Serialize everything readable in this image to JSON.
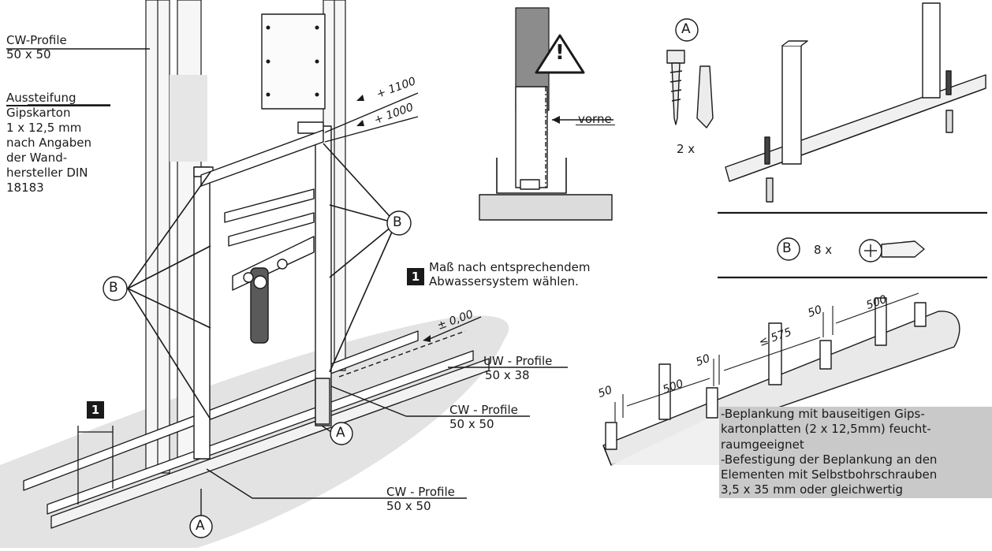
{
  "labels": {
    "cw_profile_top": [
      "CW-Profile",
      "50 x 50"
    ],
    "aussteifung": [
      "Aussteifung",
      "Gipskarton",
      "1 x 12,5 mm",
      "nach Angaben",
      "der Wand-",
      "hersteller DIN",
      "18183"
    ],
    "uw_profile": [
      "UW - Profile",
      "50 x 38"
    ],
    "cw_profile_mid": [
      "CW - Profile",
      "50 x 50"
    ],
    "cw_profile_bottom": [
      "CW - Profile",
      "50 x 50"
    ],
    "vorne": "vorne",
    "step_text": [
      "Maß nach entsprechendem",
      "Abwassersystem wählen."
    ],
    "step_number": "1",
    "marker_a": "A",
    "marker_b": "B",
    "count_a": "2 x",
    "count_b": "8 x",
    "warning_symbol": "!"
  },
  "dimensions": {
    "h1100": "+ 1100",
    "h1000": "+ 1000",
    "h000": "± 0,00",
    "d50a": "50",
    "d500a": "500",
    "d50b": "50",
    "d575": "≤ 575",
    "d50c": "50",
    "d500b": "500"
  },
  "note": "-Beplankung mit bauseitigen Gips-\nkartonplatten (2 x 12,5mm) feucht-\nraumgeeignet\n-Befestigung der Beplankung an den\nElementen mit Selbstbohrschrauben\n3,5 x 35 mm oder gleichwertig",
  "colors": {
    "line": "#1a1a1a",
    "floor": "#e2e2e2",
    "panel": "#f1f1f1",
    "pipe": "#5a5a5a",
    "note_bg": "#c9c9c9"
  }
}
